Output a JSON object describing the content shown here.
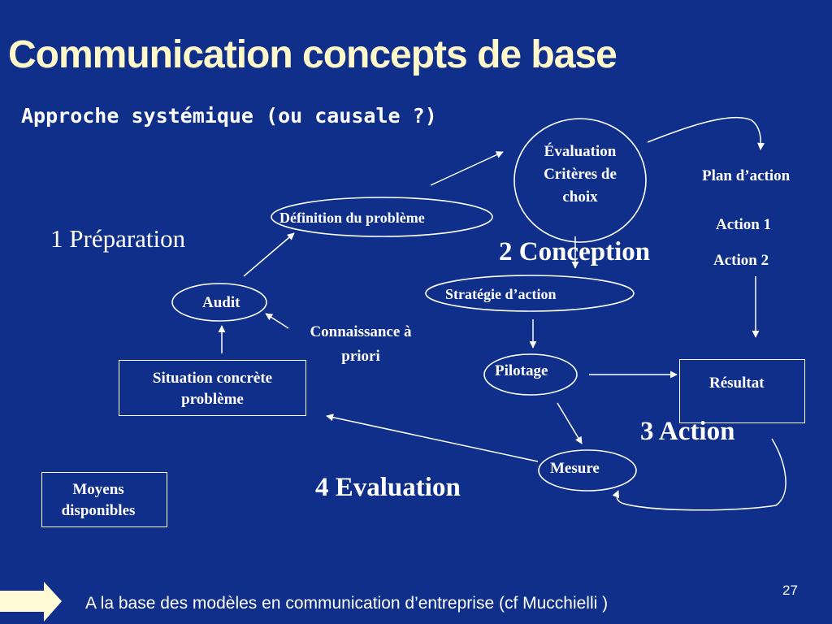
{
  "slide": {
    "title": "Communication concepts de base",
    "subtitle": "Approche systémique (ou causale ?)"
  },
  "phases": {
    "preparation": "1 Préparation",
    "conception": "2 Conception",
    "action": "3 Action",
    "evaluation": "4 Evaluation"
  },
  "nodes": {
    "evaluation": [
      "Évaluation",
      "Critères de",
      "choix"
    ],
    "definition": "Définition du problème",
    "audit": "Audit",
    "strategie": "Stratégie d’action",
    "pilotage": "Pilotage",
    "mesure": "Mesure",
    "resultat": "Résultat",
    "situation": [
      "Situation concrète",
      "problème"
    ],
    "moyens": [
      "Moyens",
      "disponibles"
    ],
    "connaissance": [
      "Connaissance à",
      "priori"
    ]
  },
  "plan": {
    "title": "Plan d’action",
    "items": [
      "Action 1",
      "Action 2"
    ]
  },
  "footer": {
    "text": "A la base des modèles en communication d’entreprise (cf Mucchielli )",
    "page_number": "27"
  },
  "colors": {
    "background": "#0f2f8a",
    "title": "#fff8c8",
    "text": "#ffffff",
    "footer_arrow": "#fffbd6"
  }
}
